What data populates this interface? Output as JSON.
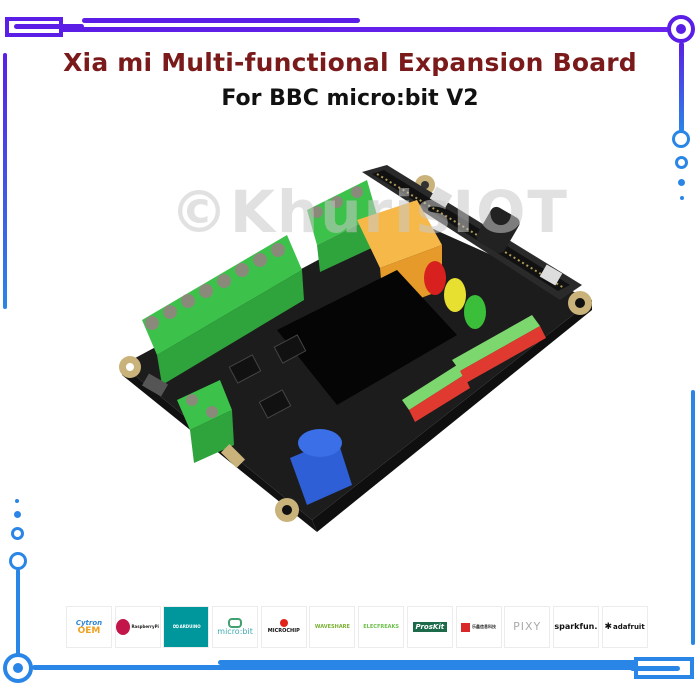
{
  "header": {
    "title_line1": "Xia mi Multi-functional Expansion Board",
    "title_line2": "For BBC micro:bit V2"
  },
  "watermark": {
    "text": "©KhurisIOT"
  },
  "product": {
    "name": "Xia mi expansion board",
    "components": [
      "green screw terminals",
      "orange relay",
      "red LED",
      "yellow LED",
      "green LED",
      "micro:bit edge connector",
      "OLED display",
      "blue potentiometer",
      "pin headers",
      "micro USB port",
      "power switch"
    ]
  },
  "logos": [
    {
      "name": "Cytron OEM",
      "line1": "Cytron",
      "line2": "OEM"
    },
    {
      "name": "Raspberry Pi",
      "line1": "RaspberryPi"
    },
    {
      "name": "Arduino",
      "line1": "ARDUINO"
    },
    {
      "name": "micro:bit",
      "line1": "micro:bit"
    },
    {
      "name": "Microchip",
      "line1": "MICROCHIP"
    },
    {
      "name": "Waveshare",
      "line1": "WAVESHARE"
    },
    {
      "name": "Elecfreaks",
      "line1": "ELECFREAKS"
    },
    {
      "name": "ProsKit",
      "line1": "ProsKit"
    },
    {
      "name": "Espressif",
      "line1": "乐鑫信息科技"
    },
    {
      "name": "Pixy",
      "line1": "PIXY"
    },
    {
      "name": "SparkFun",
      "line1": "sparkfun."
    },
    {
      "name": "Adafruit",
      "line1": "adafruit"
    }
  ],
  "colors": {
    "frame_purple": "#5b1ee6",
    "frame_blue": "#2a86e6",
    "title_red": "#7a1a1a",
    "title_black": "#111111",
    "pcb_black": "#1c1c1c",
    "terminal_green": "#3cc24a",
    "relay_orange": "#f2a534",
    "pot_blue": "#2f5fd6"
  }
}
